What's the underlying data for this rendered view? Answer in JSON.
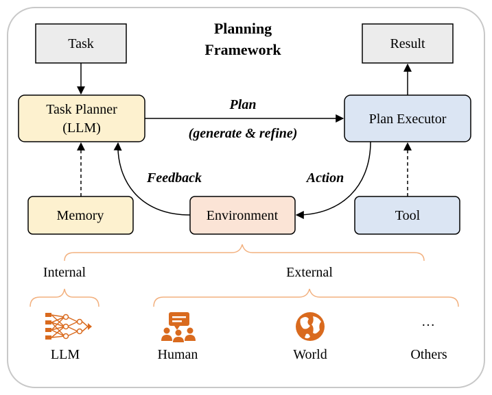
{
  "title_line1": "Planning",
  "title_line2": "Framework",
  "nodes": {
    "task": "Task",
    "result": "Result",
    "task_planner_line1": "Task Planner",
    "task_planner_line2": "(LLM)",
    "plan_executor": "Plan Executor",
    "memory": "Memory",
    "environment": "Environment",
    "tool": "Tool"
  },
  "edge_labels": {
    "plan": "Plan",
    "plan_sub": "(generate & refine)",
    "feedback": "Feedback",
    "action": "Action"
  },
  "groups": {
    "internal": "Internal",
    "external": "External"
  },
  "items": {
    "llm": "LLM",
    "human": "Human",
    "world": "World",
    "others_dots": "…",
    "others": "Others"
  },
  "colors": {
    "outer_border": "#c8c8c8",
    "gray_fill": "#ececec",
    "yellow_fill": "#fdf1cf",
    "blue_fill": "#dbe5f3",
    "env_fill": "#fbe4d6",
    "orange_accent": "#d96a1e",
    "brace": "#f2b07e"
  },
  "icons": [
    "neural-network-icon",
    "people-chat-icon",
    "globe-icon"
  ]
}
